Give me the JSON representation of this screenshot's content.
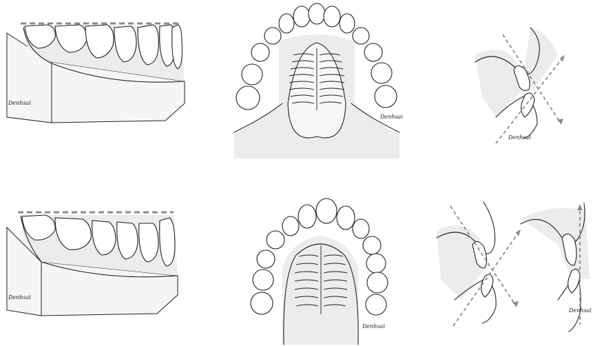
{
  "figure": {
    "panels": [
      {
        "id": "lower-jaw-side",
        "signature": "Denhsai"
      },
      {
        "id": "palate-arch-1",
        "signature": "Denhsai"
      },
      {
        "id": "incisor-section-1",
        "signature": "Denhsai"
      },
      {
        "id": "lower-jaw-side-2",
        "signature": "Denhsai"
      },
      {
        "id": "palate-arch-2",
        "signature": "Denhsai"
      },
      {
        "id": "incisor-section-2",
        "signature": "Denhsai"
      }
    ]
  },
  "colors": {
    "ink": "#1f1f1f",
    "dash": "#8a8a8a",
    "shade": "#ececec"
  }
}
